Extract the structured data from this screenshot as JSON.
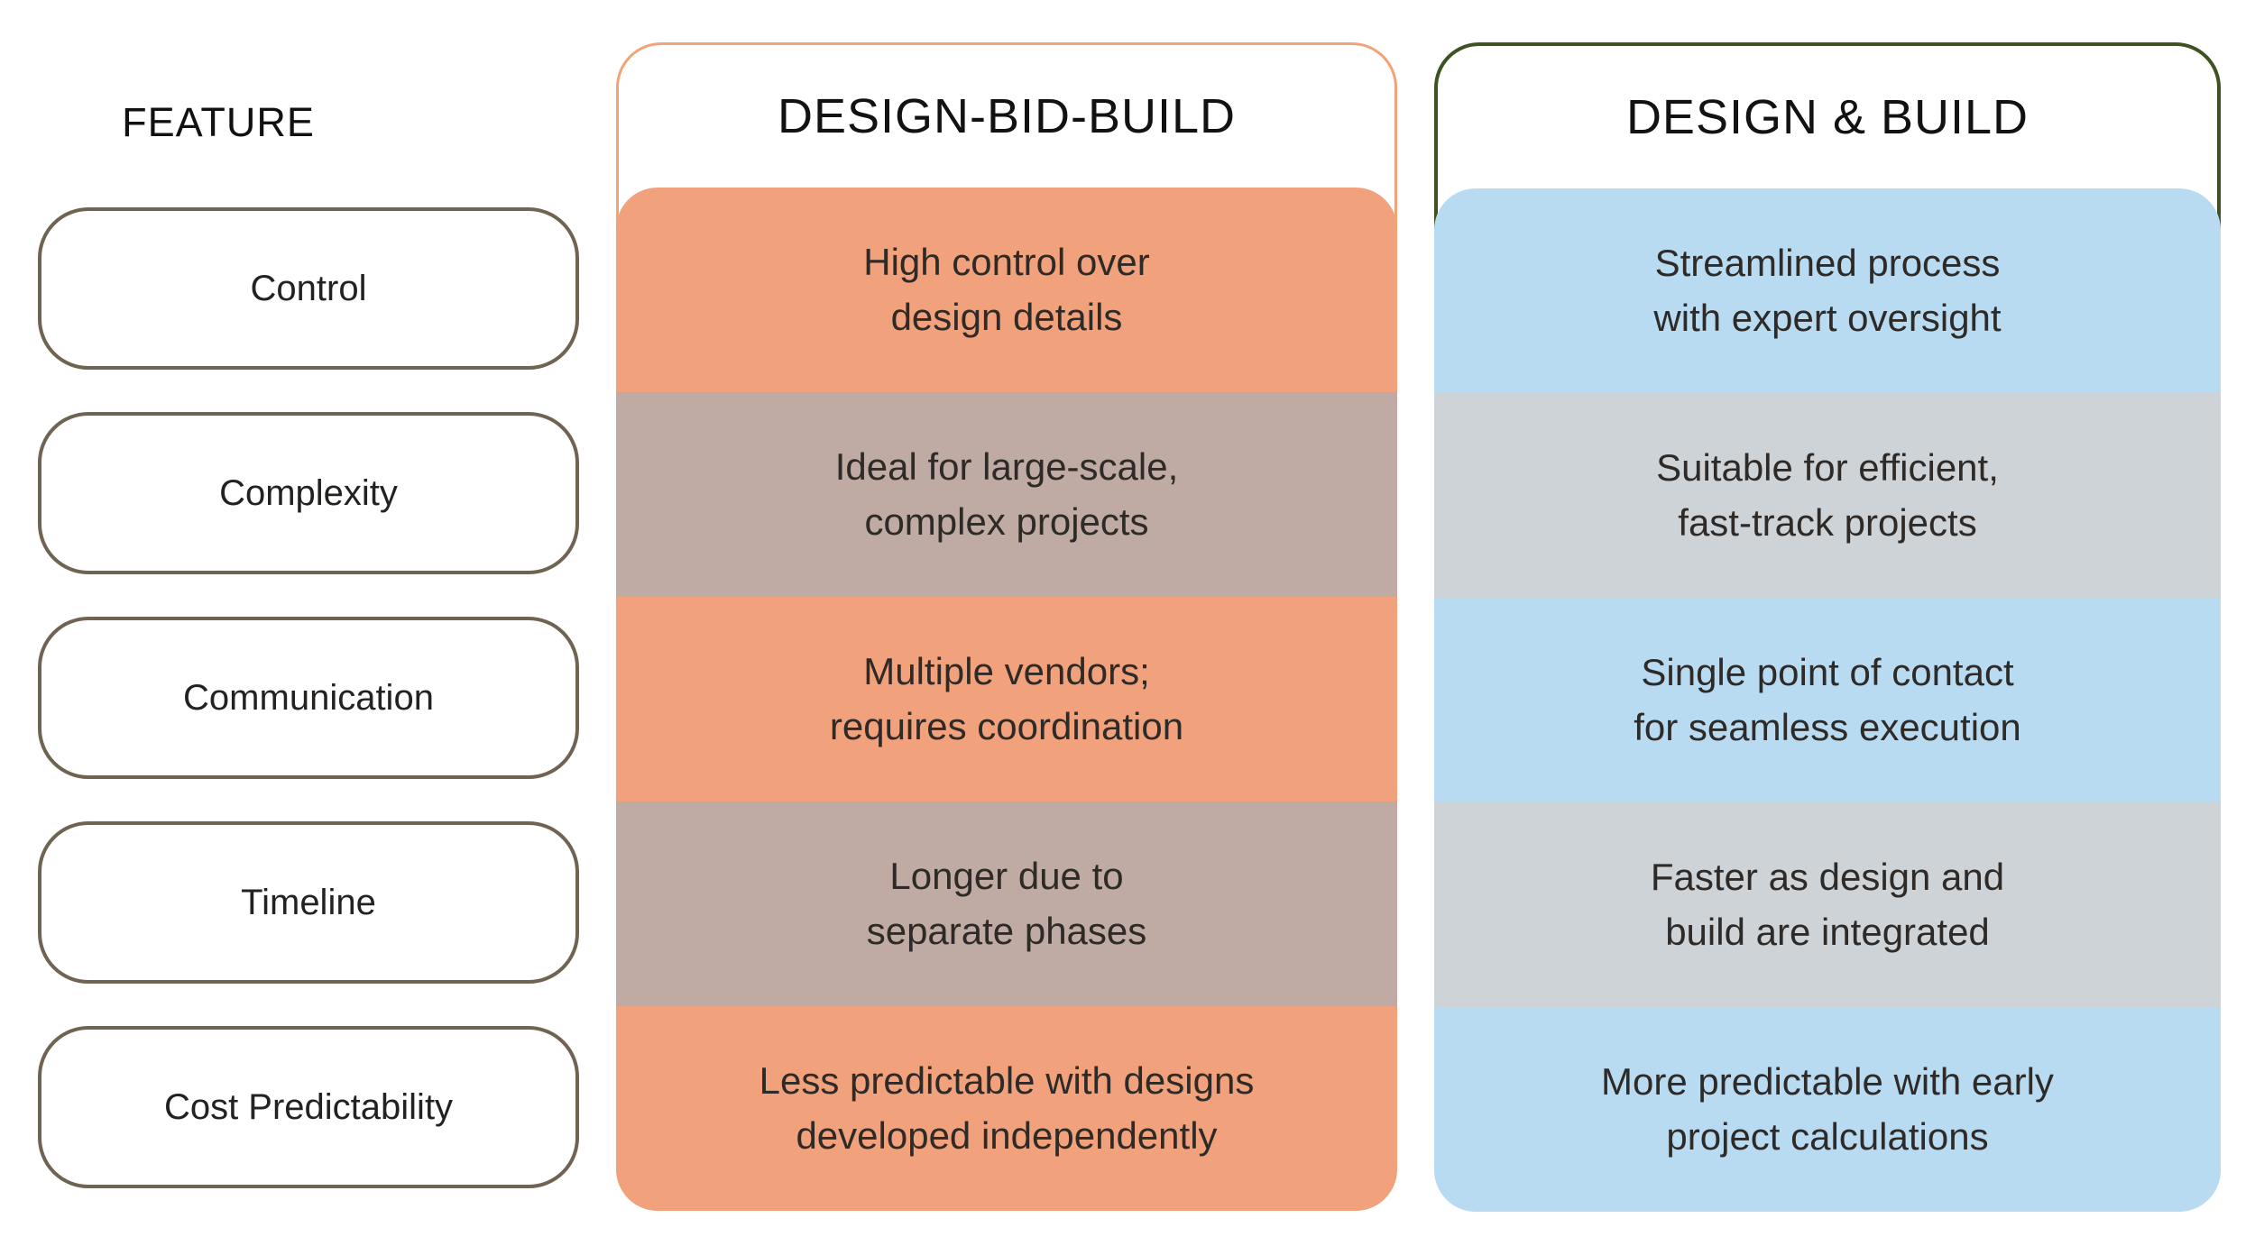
{
  "feature": {
    "header": "FEATURE",
    "items": [
      "Control",
      "Complexity",
      "Communication",
      "Timeline",
      "Cost Predictability"
    ]
  },
  "columns": [
    {
      "header": "DESIGN-BID-BUILD",
      "rows": [
        {
          "feature": "Control",
          "line1": "High control over",
          "line2": "design details"
        },
        {
          "feature": "Complexity",
          "line1": "Ideal for large-scale,",
          "line2": "complex projects"
        },
        {
          "feature": "Communication",
          "line1": "Multiple vendors;",
          "line2": "requires coordination"
        },
        {
          "feature": "Timeline",
          "line1": "Longer due to",
          "line2": "separate phases"
        },
        {
          "feature": "Cost Predictability",
          "line1": "Less predictable with designs",
          "line2": "developed independently"
        }
      ]
    },
    {
      "header": "DESIGN & BUILD",
      "rows": [
        {
          "feature": "Control",
          "line1": "Streamlined process",
          "line2": "with expert oversight"
        },
        {
          "feature": "Complexity",
          "line1": "Suitable for efficient,",
          "line2": "fast-track projects"
        },
        {
          "feature": "Communication",
          "line1": "Single point of contact",
          "line2": "for seamless execution"
        },
        {
          "feature": "Timeline",
          "line1": "Faster as design and",
          "line2": "build are integrated"
        },
        {
          "feature": "Cost Predictability",
          "line1": "More predictable with early",
          "line2": "project calculations"
        }
      ]
    }
  ],
  "colors": {
    "design_bid_build_border": "#f2a379",
    "design_bid_build_row_odd": "#f1a17b",
    "design_bid_build_row_even": "#bfaba3",
    "design_build_border": "#3f5222",
    "design_build_row_odd": "#b8dbf1",
    "design_build_row_even": "#ced3d7",
    "feature_pill_border": "#6f6452",
    "text": "#2e2a27"
  }
}
